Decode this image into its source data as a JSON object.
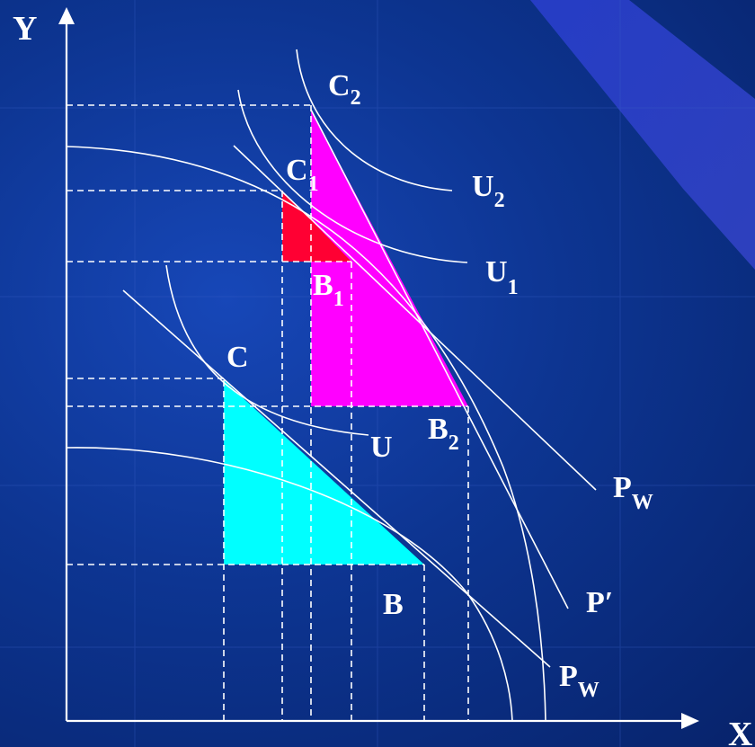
{
  "colors": {
    "background": "#0d3592",
    "curve": "#ffffff",
    "cyan_region": "#00ffff",
    "magenta_region": "#ff00ff",
    "red_region": "#ff0033"
  },
  "axes": {
    "y_label": "Y",
    "x_label": "X"
  },
  "points": {
    "c": "C",
    "c1_main": "C",
    "c1_sub": "1",
    "c2_main": "C",
    "c2_sub": "2",
    "b": "B",
    "b1_main": "B",
    "b1_sub": "1",
    "b2_main": "B",
    "b2_sub": "2"
  },
  "curves": {
    "u": "U",
    "u1_main": "U",
    "u1_sub": "1",
    "u2_main": "U",
    "u2_sub": "2",
    "pw_upper_main": "P",
    "pw_upper_sub": "W",
    "p_prime": "P′",
    "pw_lower_main": "P",
    "pw_lower_sub": "W"
  }
}
